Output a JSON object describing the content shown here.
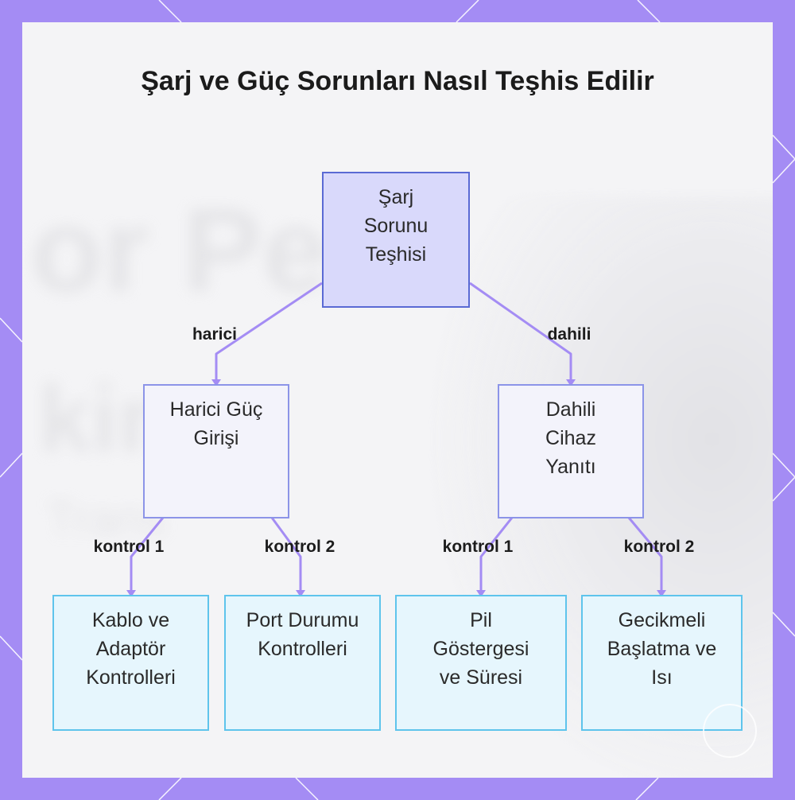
{
  "title": "Şarj ve Güç Sorunları Nasıl Teşhis Edilir",
  "nodes": {
    "root": "Şarj Sorunu Teşhisi",
    "external": "Harici Güç Girişi",
    "internal": "Dahili Cihaz Yanıtı",
    "cable": "Kablo ve Adaptör Kontrolleri",
    "port": "Port Durumu Kontrolleri",
    "battery": "Pil Göstergesi ve Süresi",
    "delayed": "Gecikmeli Başlatma ve Isı"
  },
  "edge_labels": {
    "external": "harici",
    "internal": "dahili",
    "ext_check1": "kontrol 1",
    "ext_check2": "kontrol 2",
    "int_check1": "kontrol 1",
    "int_check2": "kontrol 2"
  },
  "colors": {
    "frame": "#a48cf4",
    "edge": "#a48cf4",
    "root_fill": "#d9d9fb",
    "mid_fill": "#f3f3fb",
    "leaf_fill": "#e6f6fd",
    "leaf_border": "#5ec4ec"
  }
}
